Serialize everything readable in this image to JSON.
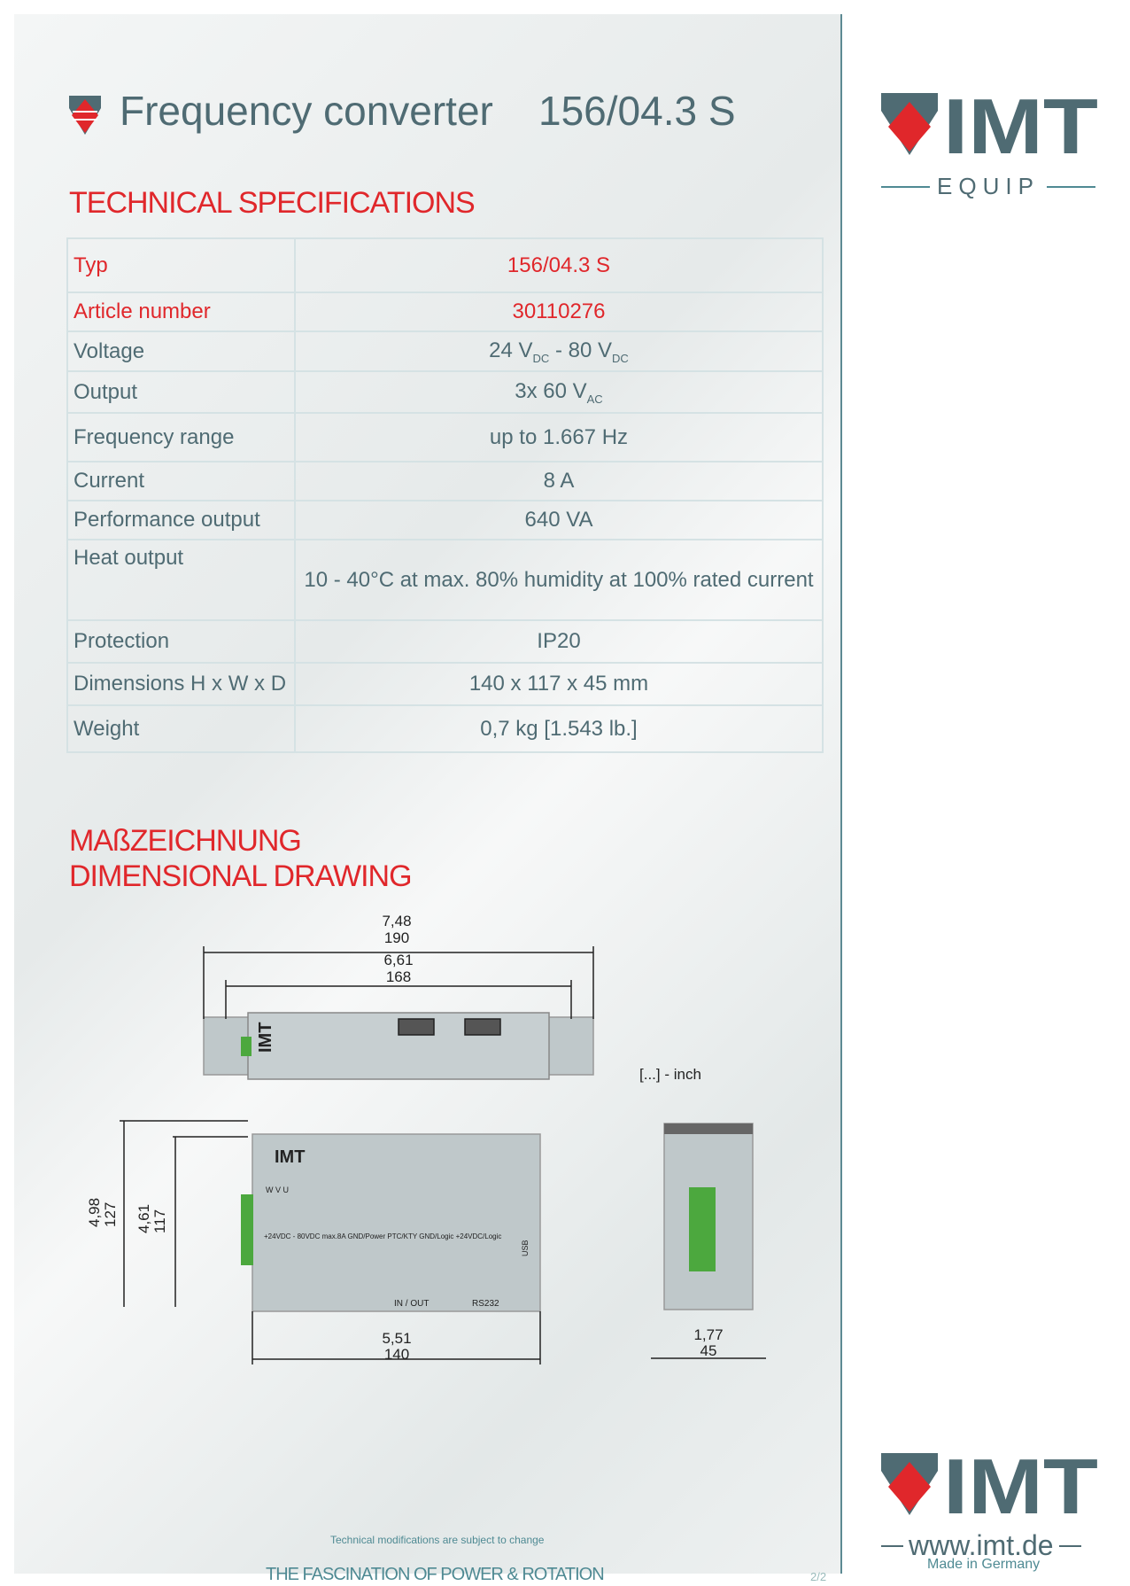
{
  "header": {
    "title": "Frequency converter",
    "model": "156/04.3 S"
  },
  "sections": {
    "specs": "TECHNICAL SPECIFICATIONS",
    "drawing_de": "MAßZEICHNUNG",
    "drawing_en": "DIMENSIONAL DRAWING"
  },
  "specs": [
    {
      "label": "Typ",
      "value": "156/04.3 S"
    },
    {
      "label": "Article number",
      "value": "30110276"
    },
    {
      "label": "Voltage",
      "value": "24 V",
      "sub1": "DC",
      "value2": " - 80 V",
      "sub2": "DC"
    },
    {
      "label": "Output",
      "value": "3x 60 V",
      "sub1": "AC"
    },
    {
      "label": "Frequency range",
      "value": "up to 1.667 Hz"
    },
    {
      "label": "Current",
      "value": "8 A"
    },
    {
      "label": "Performance output",
      "value": "640 VA"
    },
    {
      "label": "Heat output",
      "value": "10 - 40°C at max. 80% humidity at 100% rated current"
    },
    {
      "label": "Protection",
      "value": "IP20"
    },
    {
      "label": "Dimensions H x  W x D",
      "value": "140 x 117 x 45 mm"
    },
    {
      "label": "Weight",
      "value": "0,7 kg  [1.543 lb.]"
    }
  ],
  "drawing": {
    "d190in": "7,48",
    "d190": "190",
    "d168in": "6,61",
    "d168": "168",
    "unit": "[...] - inch",
    "d127in": "4,98",
    "d127": "127",
    "d117in": "4,61",
    "d117": "117",
    "d140in": "5,51",
    "d140": "140",
    "d45in": "1,77",
    "d45": "45",
    "brand": "IMT",
    "in_out": "IN / OUT",
    "rs232": "RS232",
    "usb": "USB",
    "wvu": "W V U",
    "term": "+24VDC - 80VDC max.8A GND/Power PTC/KTY GND/Logic +24VDC/Logic"
  },
  "footer": {
    "note": "Technical modifications are subject to change",
    "slogan": "THE FASCINATION OF POWER  &  ROTATION",
    "page": "2/2"
  },
  "logo": {
    "brand": "IMT",
    "sub": "EQUIP",
    "url": "www.imt.de",
    "made": "Made in Germany"
  },
  "colors": {
    "red": "#e0272b",
    "teal": "#4f6b73"
  }
}
